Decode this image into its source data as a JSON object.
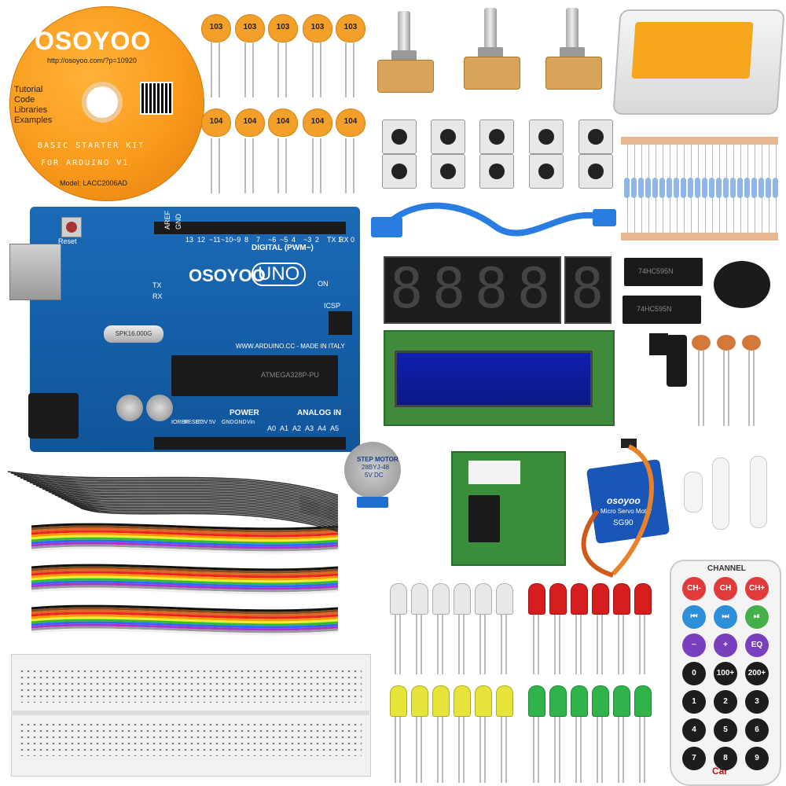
{
  "cd": {
    "brand": "OSOYOO",
    "url": "http://osoyoo.com/?p=10920",
    "side_lines": [
      "Tutorial",
      "Code",
      "Libraries",
      "Examples"
    ],
    "kit_line1": "BASIC STARTER KIT",
    "kit_line2": "FOR ARDUINO V1",
    "model": "Model: LACC2006AD"
  },
  "capacitors": {
    "top_code": "103",
    "bottom_code": "104"
  },
  "arduino": {
    "brand": "OSOYOO",
    "model": "UNO",
    "reset_label": "Reset",
    "aref": "AREF",
    "gnd": "GND",
    "digital_pins": [
      "13",
      "12",
      "~11",
      "~10",
      "~9",
      "8",
      "7",
      "~6",
      "~5",
      "4",
      "~3",
      "2",
      "TX 1",
      "RX 0"
    ],
    "digital_label": "DIGITAL (PWM~)",
    "on_label": "ON",
    "tx": "TX",
    "rx": "RX",
    "icsp": "ICSP",
    "url": "WWW.ARDUINO.CC - MADE IN ITALY",
    "crystal": "SPK16.000G",
    "chip": "ATMEGA328P-PU",
    "power_label": "POWER",
    "power_pins": [
      "IOREF",
      "RESET",
      "3.3V",
      "5V",
      "GND",
      "GND",
      "Vin"
    ],
    "analog_label": "ANALOG IN",
    "analog_pins": [
      "A0",
      "A1",
      "A2",
      "A3",
      "A4",
      "A5"
    ]
  },
  "shift_registers": [
    "74HC595N",
    "74HC595N"
  ],
  "stepper": {
    "line1": "STEP MOTOR",
    "line2": "28BYJ-48",
    "line3": "5V DC"
  },
  "servo": {
    "brand": "osoyoo",
    "sub": "Micro Servo Motor",
    "model": "SG90"
  },
  "remote": {
    "channel": "CHANNEL",
    "rows": [
      [
        "CH-",
        "CH",
        "CH+"
      ],
      [
        "⏮",
        "⏭",
        "⏯"
      ],
      [
        "−",
        "+",
        "EQ"
      ],
      [
        "0",
        "100+",
        "200+"
      ],
      [
        "1",
        "2",
        "3"
      ],
      [
        "4",
        "5",
        "6"
      ],
      [
        "7",
        "8",
        "9"
      ]
    ],
    "brand": "Car"
  },
  "colors": {
    "capacitor": "#f3a02b",
    "board_blue": "#1b6ab7",
    "led_white": "#e8e8e8",
    "led_red": "#d61e1e",
    "led_yellow": "#e6e43a",
    "led_green": "#2fb34a"
  }
}
